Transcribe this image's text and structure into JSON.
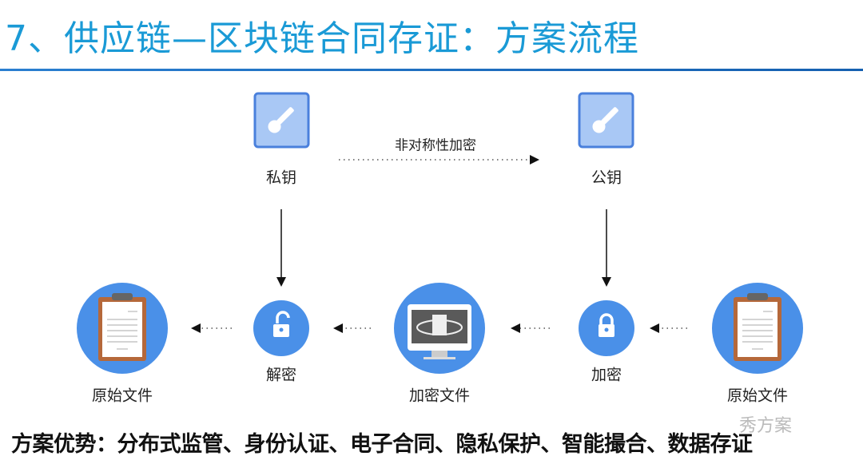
{
  "title": "7、供应链—区块链合同存证：方案流程",
  "top": {
    "private_key": "私钥",
    "public_key": "公钥",
    "asymmetric": "非对称性加密"
  },
  "flow": {
    "original_left": "原始文件",
    "decrypt": "解密",
    "encrypted_file": "加密文件",
    "encrypt": "加密",
    "original_right": "原始文件"
  },
  "bottom": "方案优势：分布式监管、身份认证、电子合同、隐私保护、智能撮合、数据存证",
  "watermark": "秀方案",
  "colors": {
    "title": "#1a9ad6",
    "circle": "#4a90e8",
    "keybox": "#a9c8f5"
  }
}
